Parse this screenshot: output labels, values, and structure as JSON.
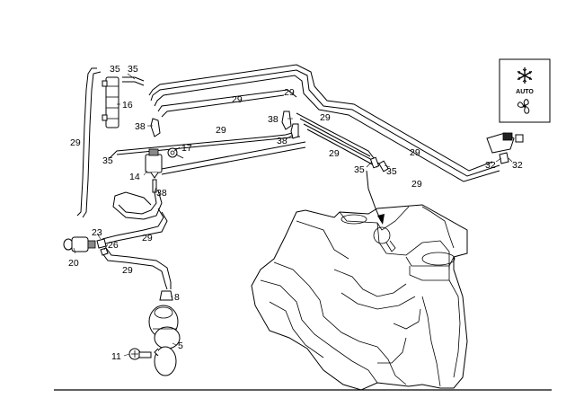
{
  "callouts": [
    {
      "id": "c-35a",
      "text": "35"
    },
    {
      "id": "c-35b",
      "text": "35"
    },
    {
      "id": "c-16",
      "text": "16"
    },
    {
      "id": "c-29a",
      "text": "29"
    },
    {
      "id": "c-29b",
      "text": "29"
    },
    {
      "id": "c-29c",
      "text": "29"
    },
    {
      "id": "c-29d",
      "text": "29"
    },
    {
      "id": "c-29e",
      "text": "29"
    },
    {
      "id": "c-29f",
      "text": "29"
    },
    {
      "id": "c-29g",
      "text": "29"
    },
    {
      "id": "c-29h",
      "text": "29"
    },
    {
      "id": "c-29i",
      "text": "29"
    },
    {
      "id": "c-29j",
      "text": "29"
    },
    {
      "id": "c-38a",
      "text": "38"
    },
    {
      "id": "c-38b",
      "text": "38"
    },
    {
      "id": "c-38c",
      "text": "38"
    },
    {
      "id": "c-38d",
      "text": "38"
    },
    {
      "id": "c-17",
      "text": "17"
    },
    {
      "id": "c-35c",
      "text": "35"
    },
    {
      "id": "c-14",
      "text": "14"
    },
    {
      "id": "c-35d",
      "text": "35"
    },
    {
      "id": "c-35e",
      "text": "35"
    },
    {
      "id": "c-32a",
      "text": "32"
    },
    {
      "id": "c-32b",
      "text": "32"
    },
    {
      "id": "c-23",
      "text": "23"
    },
    {
      "id": "c-26",
      "text": "26"
    },
    {
      "id": "c-20",
      "text": "20"
    },
    {
      "id": "c-8",
      "text": "8"
    },
    {
      "id": "c-5",
      "text": "5"
    },
    {
      "id": "c-11",
      "text": "11"
    }
  ],
  "climate_box": {
    "label": "AUTO",
    "snowflake_icon": "snowflake-icon",
    "fan_icon": "fan-icon"
  }
}
